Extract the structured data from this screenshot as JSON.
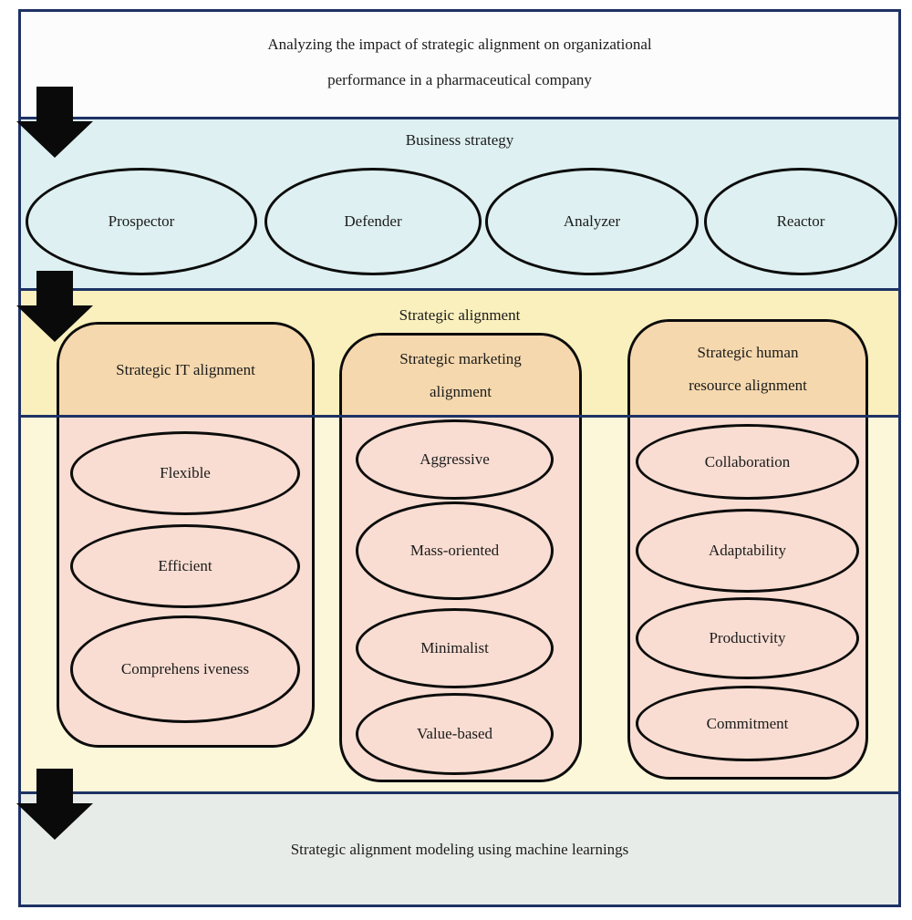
{
  "title": {
    "lines": [
      "Analyzing the impact of strategic alignment on organizational",
      "performance in a pharmaceutical company"
    ]
  },
  "business_strategy": {
    "label": "Business strategy",
    "items": [
      "Prospector",
      "Defender",
      "Analyzer",
      "Reactor"
    ]
  },
  "strategic_alignment": {
    "label": "Strategic alignment",
    "cards": [
      {
        "title_lines": [
          "Strategic IT alignment"
        ],
        "items": [
          "Flexible",
          "Efficient",
          "Comprehens iveness"
        ]
      },
      {
        "title_lines": [
          "Strategic marketing",
          "alignment"
        ],
        "items": [
          "Aggressive",
          "Mass-oriented",
          "Minimalist",
          "Value-based"
        ]
      },
      {
        "title_lines": [
          "Strategic human",
          "resource alignment"
        ],
        "items": [
          "Collaboration",
          "Adaptability",
          "Productivity",
          "Commitment"
        ]
      }
    ]
  },
  "bottom": {
    "label": "Strategic alignment modeling using machine learnings"
  },
  "colors": {
    "navy_border": "#1e3264",
    "business_strategy_bg": "#def0f1",
    "alignment_header_bg": "#faf0bd",
    "alignment_body_bg": "#fdf7da",
    "card_header_bg": "#f5d8ad",
    "card_body_bg": "#f9ddd2",
    "bottom_bg": "#e8ece9",
    "arrow": "#0a0a0a"
  }
}
